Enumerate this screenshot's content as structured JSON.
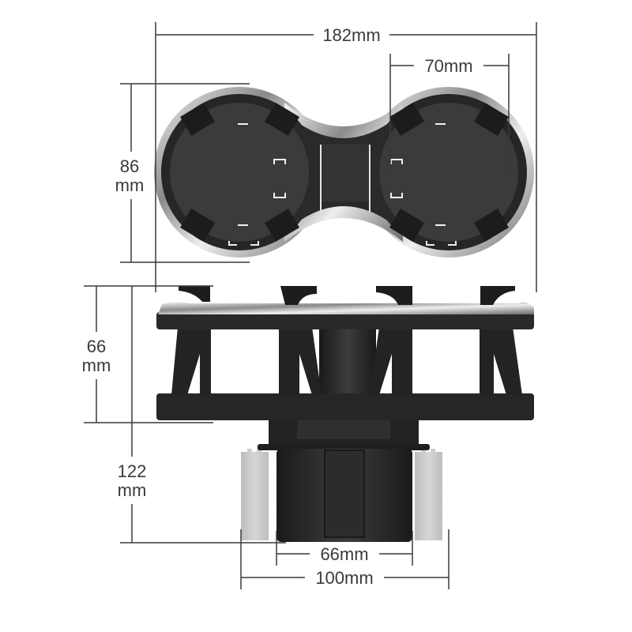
{
  "diagram": {
    "subject": "Dual cup holder expander",
    "views": [
      "top-view",
      "side-view"
    ],
    "dimensions": {
      "overall_width": {
        "value": "182mm"
      },
      "cup_diameter": {
        "value": "70mm"
      },
      "top_depth": {
        "value_num": "86",
        "unit": "mm"
      },
      "top_section_height": {
        "value_num": "66",
        "unit": "mm"
      },
      "total_height": {
        "value_num": "122",
        "unit": "mm"
      },
      "base_min_diameter": {
        "value": "66mm"
      },
      "base_max_diameter": {
        "value": "100mm"
      }
    },
    "colors": {
      "line": "#3a3a3a",
      "body": "#2e2e2e",
      "body_dark": "#1f1f1f",
      "chrome": "#d8d8d8",
      "ghost_holder": "#c9c9c9"
    }
  }
}
